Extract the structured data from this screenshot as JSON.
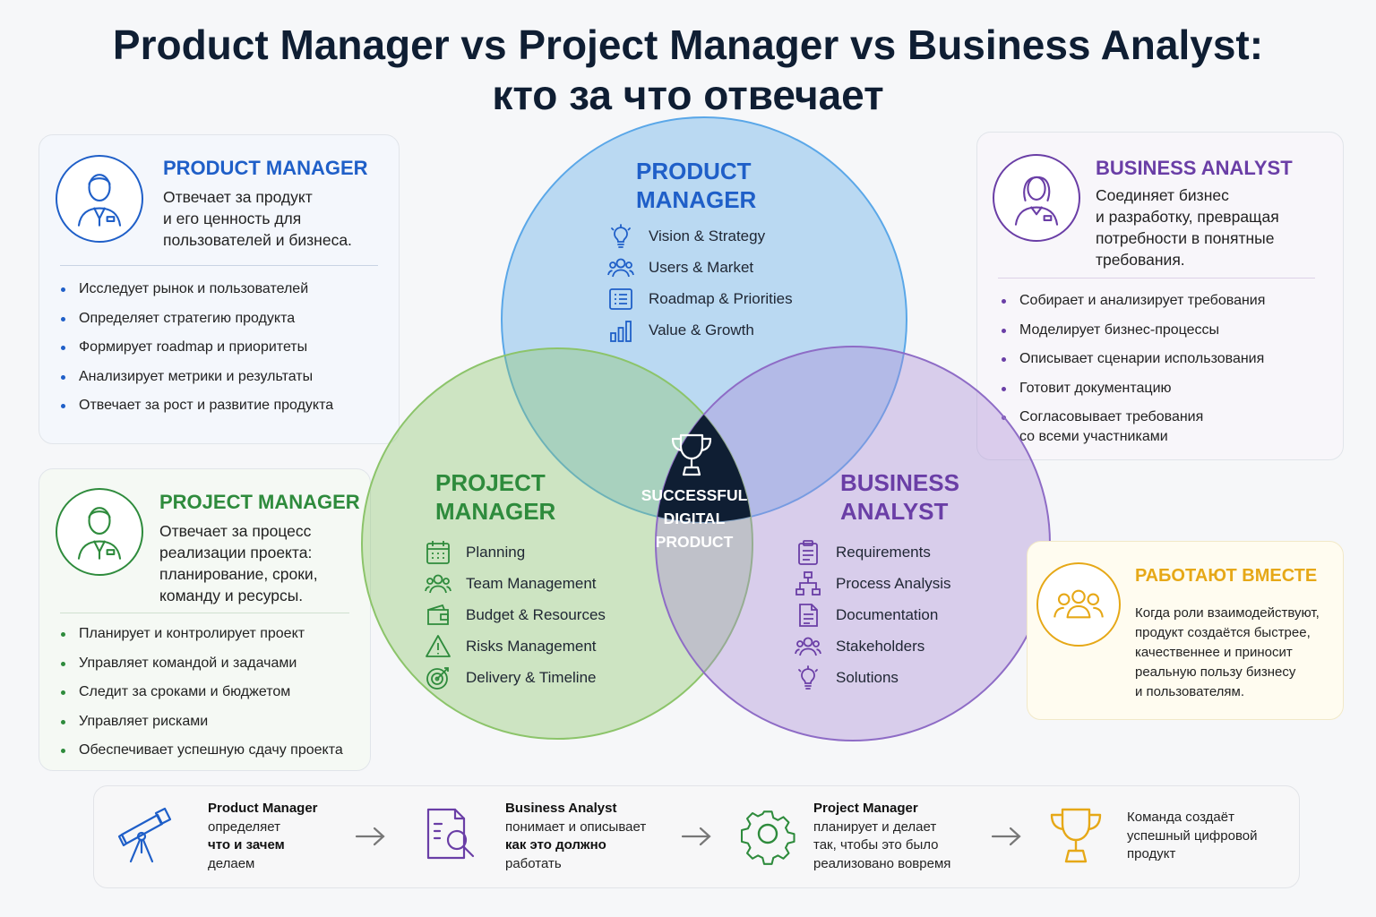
{
  "title": {
    "line1": "Product Manager vs Project Manager vs Business Analyst:",
    "line2": "кто за что отвечает"
  },
  "colors": {
    "product": "#1f5fc8",
    "project": "#2e8b3c",
    "analyst": "#6a3ea6",
    "together": "#e6a817",
    "center": "#0f1e33"
  },
  "cards": {
    "product": {
      "heading": "PRODUCT MANAGER",
      "desc": [
        "Отвечает за продукт",
        "и его ценность для",
        "пользователей и бизнеса."
      ],
      "bullets": [
        "Исследует рынок и пользователей",
        "Определяет стратегию продукта",
        "Формирует roadmap и приоритеты",
        "Анализирует метрики и результаты",
        "Отвечает за рост и развитие продукта"
      ]
    },
    "project": {
      "heading": "PROJECT MANAGER",
      "desc": [
        "Отвечает за процесс",
        "реализации проекта:",
        "планирование, сроки,",
        "команду и ресурсы."
      ],
      "bullets": [
        "Планирует и контролирует проект",
        "Управляет командой и задачами",
        "Следит за сроками и бюджетом",
        "Управляет рисками",
        "Обеспечивает успешную сдачу проекта"
      ]
    },
    "analyst": {
      "heading": "BUSINESS ANALYST",
      "desc": [
        "Соединяет бизнес",
        "и разработку, превращая",
        "потребности в понятные",
        "требования."
      ],
      "bullets": [
        "Собирает и анализирует требования",
        "Моделирует бизнес-процессы",
        "Описывает сценарии использования",
        "Готовит документацию",
        "Согласовывает требования",
        "со всеми участниками"
      ]
    },
    "together": {
      "heading": "РАБОТАЮТ ВМЕСТЕ",
      "desc": [
        "Когда роли взаимодействуют,",
        "продукт создаётся быстрее,",
        "качественнее и приносит",
        "реальную пользу бизнесу",
        "и пользователям."
      ]
    }
  },
  "venn": {
    "product": {
      "label": [
        "PRODUCT",
        "MANAGER"
      ],
      "items": [
        {
          "icon": "lightbulb-icon",
          "text": "Vision & Strategy"
        },
        {
          "icon": "users-icon",
          "text": "Users & Market"
        },
        {
          "icon": "roadmap-list-icon",
          "text": "Roadmap & Priorities"
        },
        {
          "icon": "bar-chart-icon",
          "text": "Value & Growth"
        }
      ]
    },
    "project": {
      "label": [
        "PROJECT",
        "MANAGER"
      ],
      "items": [
        {
          "icon": "calendar-icon",
          "text": "Planning"
        },
        {
          "icon": "team-icon",
          "text": "Team Management"
        },
        {
          "icon": "wallet-icon",
          "text": "Budget & Resources"
        },
        {
          "icon": "warning-icon",
          "text": "Risks Management"
        },
        {
          "icon": "target-icon",
          "text": "Delivery & Timeline"
        }
      ]
    },
    "analyst": {
      "label": [
        "BUSINESS",
        "ANALYST"
      ],
      "items": [
        {
          "icon": "clipboard-icon",
          "text": "Requirements"
        },
        {
          "icon": "flowchart-icon",
          "text": "Process Analysis"
        },
        {
          "icon": "document-icon",
          "text": "Documentation"
        },
        {
          "icon": "stakeholders-icon",
          "text": "Stakeholders"
        },
        {
          "icon": "lightbulb-icon",
          "text": "Solutions"
        }
      ]
    },
    "center": [
      "SUCCESSFUL",
      "DIGITAL",
      "PRODUCT"
    ]
  },
  "flow": [
    {
      "icon": "telescope-icon",
      "title": "Product Manager",
      "lines": [
        "определяет",
        "что и зачем",
        "делаем"
      ]
    },
    {
      "icon": "document-search-icon",
      "title": "Business Analyst",
      "lines": [
        "понимает и описывает",
        "как это должно",
        "работать"
      ]
    },
    {
      "icon": "gear-icon",
      "title": "Project Manager",
      "lines": [
        "планирует и делает",
        "так, чтобы это было",
        "реализовано вовремя"
      ]
    },
    {
      "icon": "trophy-icon",
      "title": "",
      "lines": [
        "Команда создаёт",
        "успешный цифровой",
        "продукт"
      ]
    }
  ]
}
